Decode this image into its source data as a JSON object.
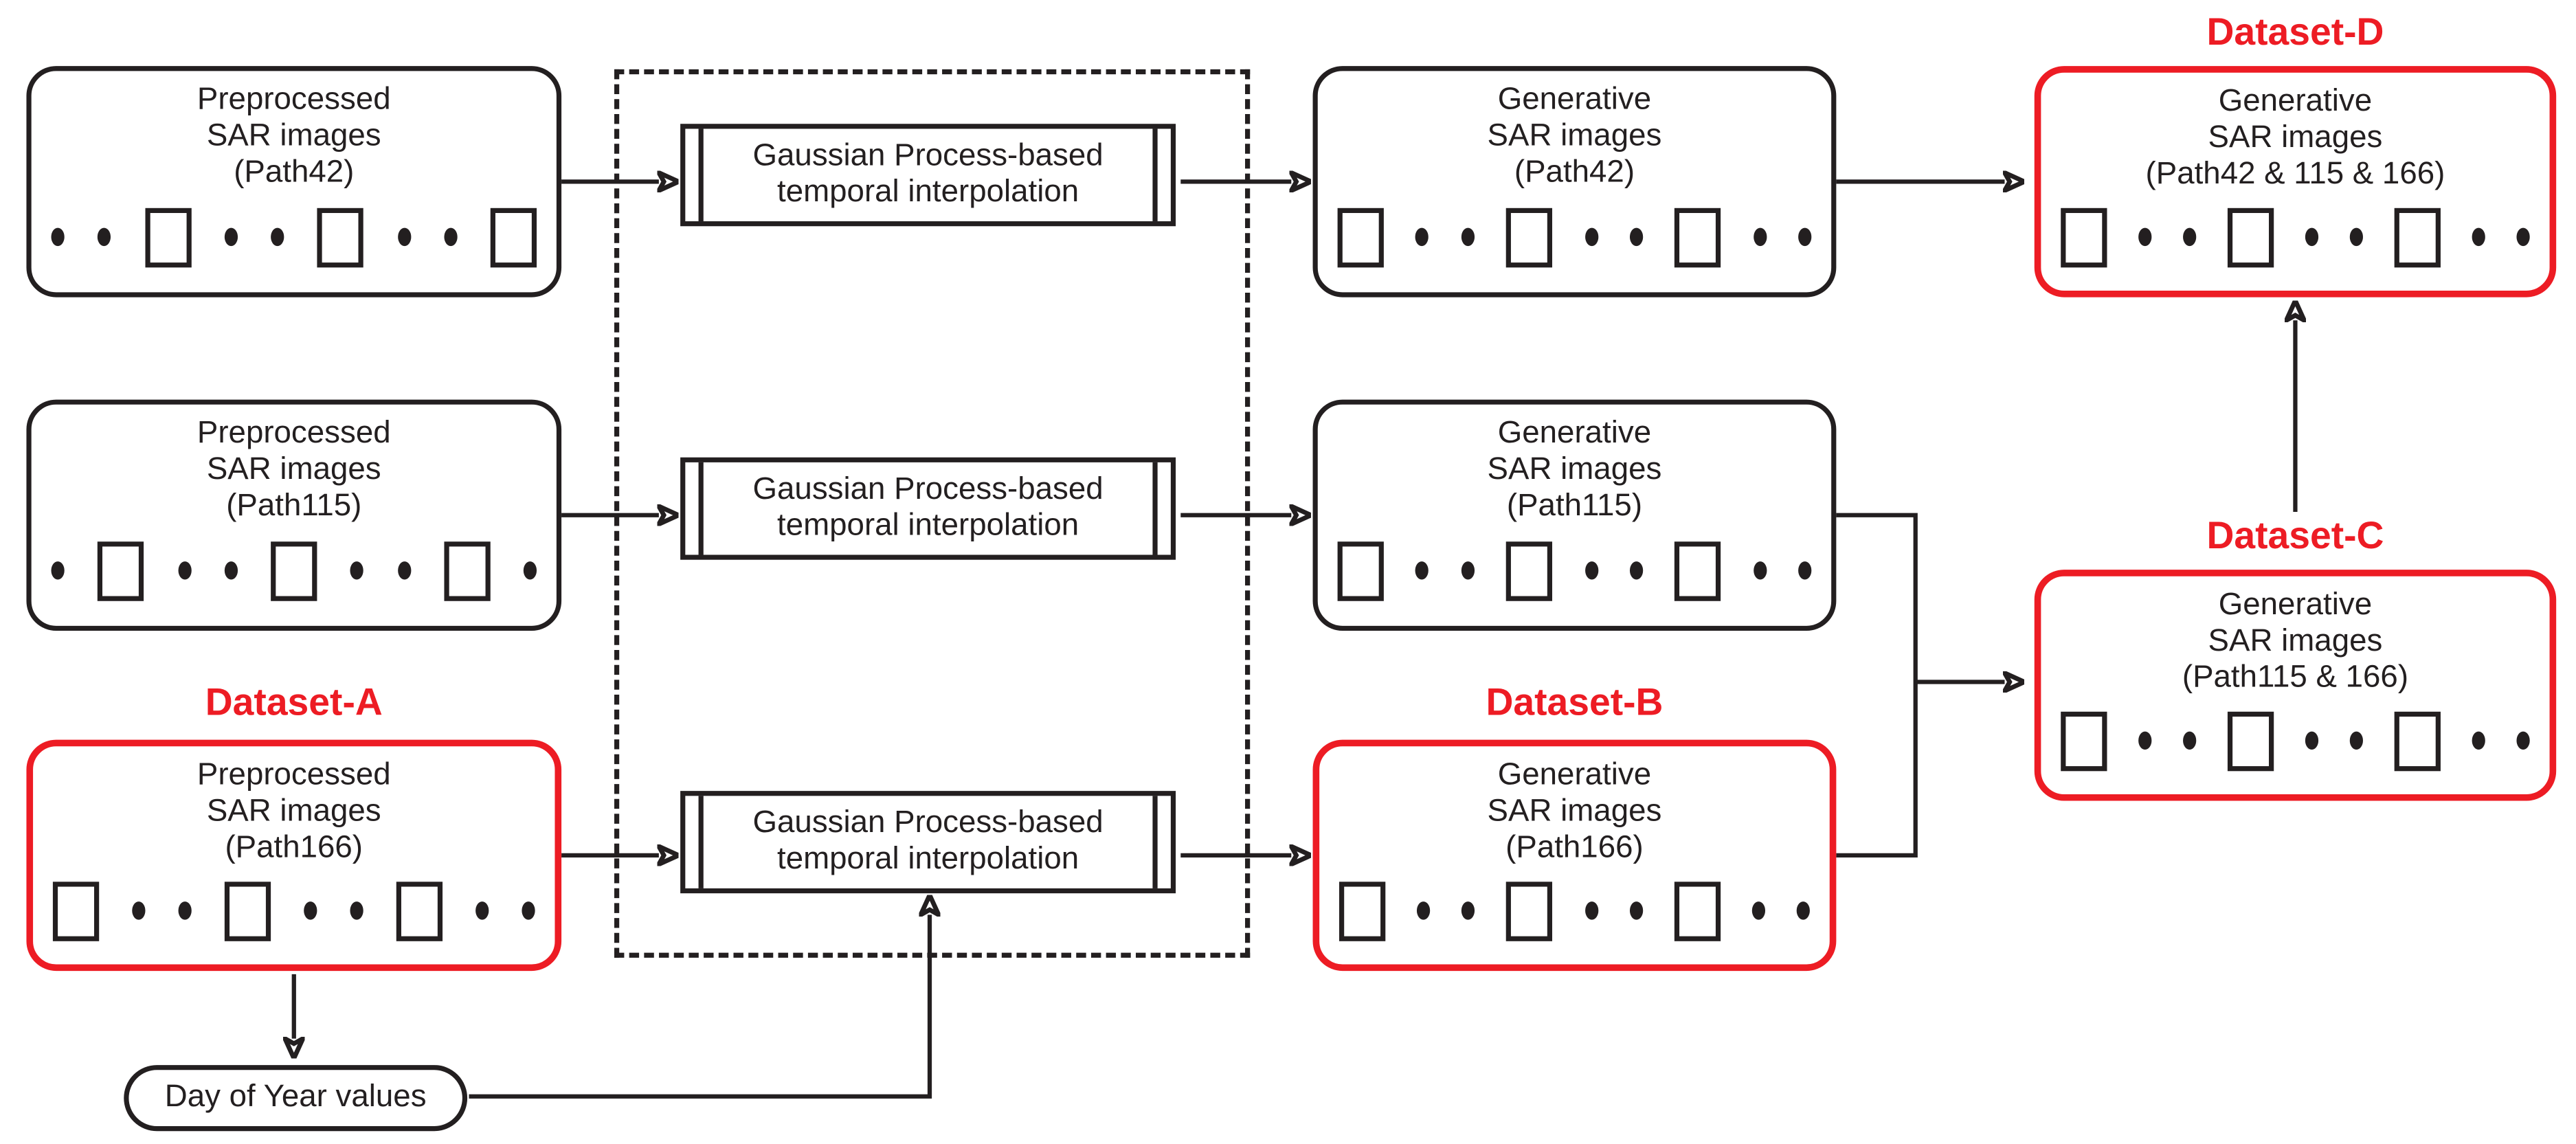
{
  "colors": {
    "ink": "#231f20",
    "accent_red": "#ed1c24",
    "background": "#ffffff"
  },
  "interpolation_process": {
    "line1": "Gaussian Process-based",
    "line2": "temporal interpolation"
  },
  "dataset_labels": {
    "a": "Dataset-A",
    "b": "Dataset-B",
    "c": "Dataset-C",
    "d": "Dataset-D"
  },
  "capsule": {
    "text": "Day of Year values"
  },
  "boxes": {
    "pre42": {
      "line1": "Preprocessed",
      "line2": "SAR images",
      "line3": "(Path42)",
      "pattern": "ddsddsdds"
    },
    "pre115": {
      "line1": "Preprocessed",
      "line2": "SAR images",
      "line3": "(Path115)",
      "pattern": "dsddsddsd"
    },
    "pre166": {
      "line1": "Preprocessed",
      "line2": "SAR images",
      "line3": "(Path166)",
      "pattern": "sddsddsdd"
    },
    "gen42": {
      "line1": "Generative",
      "line2": "SAR images",
      "line3": "(Path42)",
      "pattern": "sddsddsdd"
    },
    "gen115": {
      "line1": "Generative",
      "line2": "SAR images",
      "line3": "(Path115)",
      "pattern": "sddsddsdd"
    },
    "gen166": {
      "line1": "Generative",
      "line2": "SAR images",
      "line3": "(Path166)",
      "pattern": "sddsddsdd"
    },
    "datasetC": {
      "line1": "Generative",
      "line2": "SAR images",
      "line3": "(Path115 & 166)",
      "pattern": "sddsddsdd"
    },
    "datasetD": {
      "line1": "Generative",
      "line2": "SAR images",
      "line3": "(Path42 & 115 & 166)",
      "pattern": "sddsddsdd"
    }
  }
}
